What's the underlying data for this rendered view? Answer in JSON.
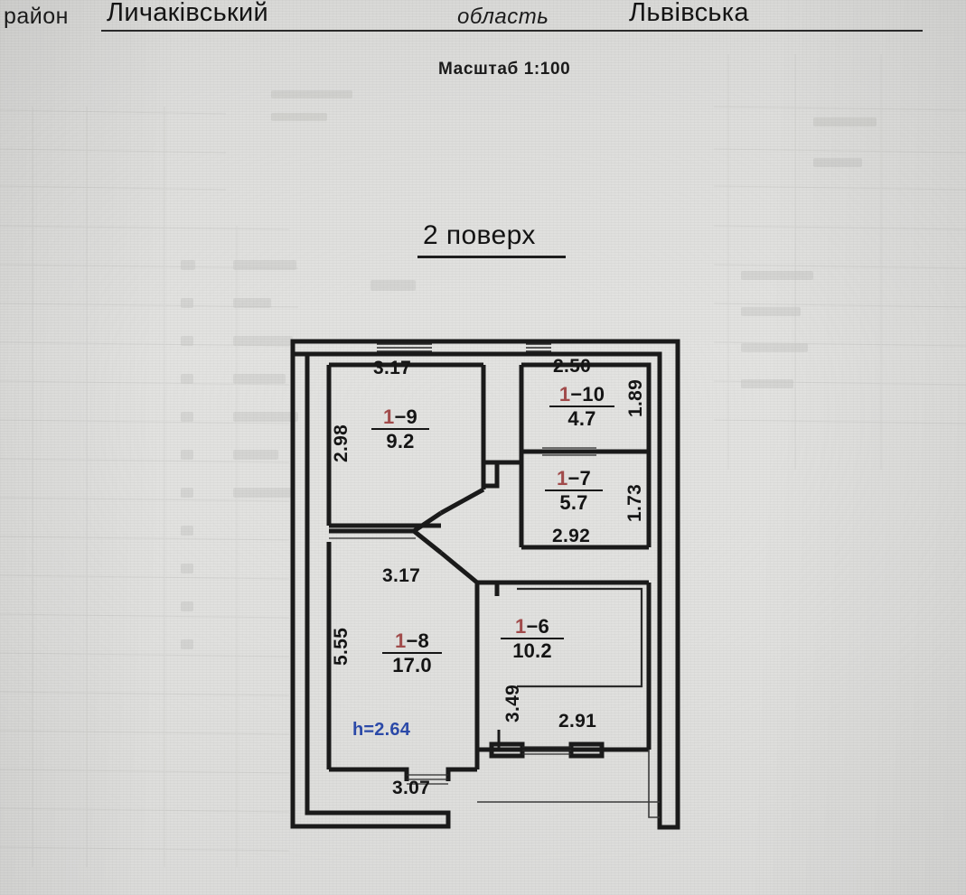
{
  "header": {
    "district_label": "район",
    "district_value": "Личаківський",
    "region_label": "область",
    "region_value": "Львівська",
    "scale": "Масштаб  1:100"
  },
  "plan": {
    "title": "2 поверх",
    "height_note": "h=2.64",
    "colors": {
      "room_index": "#a14b4b",
      "height_note": "#2b49a8",
      "wall": "#1a1a1a",
      "paper": "#e0e0de"
    },
    "rooms": [
      {
        "id": "1-9",
        "index": "1",
        "suffix": "−9",
        "area": "9.2",
        "width": "3.17",
        "depth": "2.98"
      },
      {
        "id": "1-10",
        "index": "1",
        "suffix": "−10",
        "area": "4.7",
        "width": "2.50",
        "depth": "1.89"
      },
      {
        "id": "1-7",
        "index": "1",
        "suffix": "−7",
        "area": "5.7",
        "width": "2.92",
        "depth": "1.73"
      },
      {
        "id": "1-8",
        "index": "1",
        "suffix": "−8",
        "area": "17.0",
        "width": "3.17",
        "depth": "5.55"
      },
      {
        "id": "1-6",
        "index": "1",
        "suffix": "−6",
        "area": "10.2",
        "width": "2.91",
        "depth": "3.49"
      }
    ],
    "dimensions": {
      "top_left": "3.17",
      "top_right": "2.50",
      "left_upper": "2.98",
      "right_upper": "1.89",
      "right_mid": "1.73",
      "mid_right": "2.92",
      "mid_left": "3.17",
      "left_lower": "5.55",
      "inner_lower_left": "3.49",
      "bottom_right": "2.91",
      "bottom_left": "3.07"
    }
  }
}
